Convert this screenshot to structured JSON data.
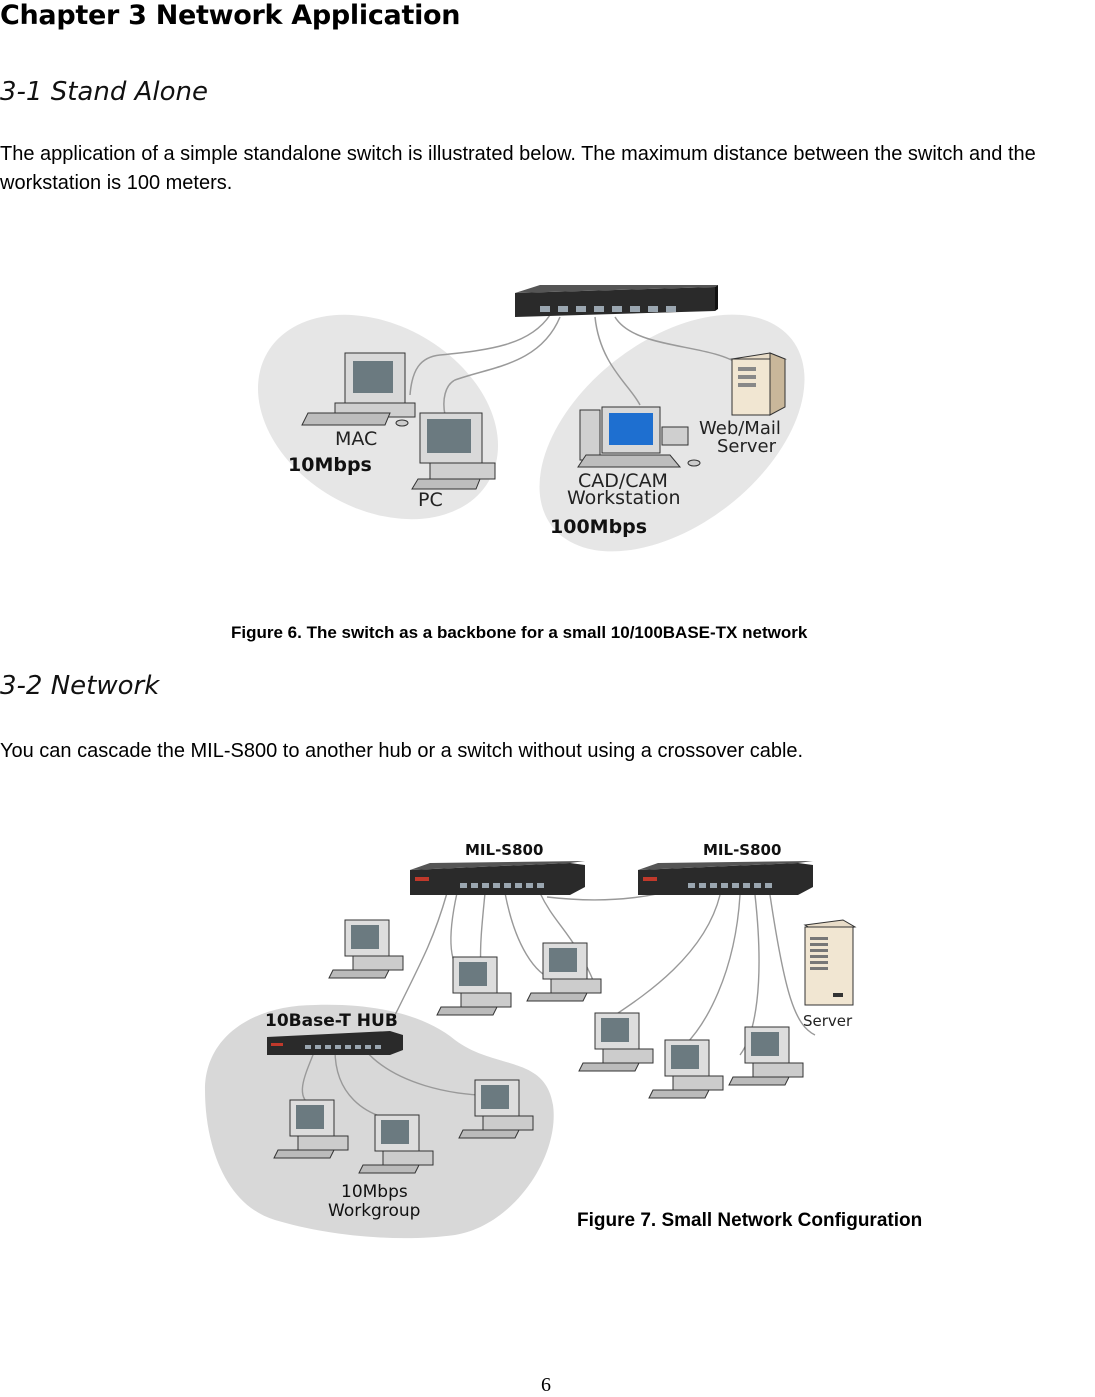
{
  "chapter_title": "Chapter 3 Network Application",
  "section1": {
    "heading": "3-1 Stand Alone",
    "paragraph": "The application of a simple standalone switch is illustrated below. The maximum distance between the switch and the workstation is 100 meters."
  },
  "figure6": {
    "labels": {
      "mac": "MAC",
      "speed_10": "10Mbps",
      "pc": "PC",
      "web_mail_line1": "Web/Mail",
      "web_mail_line2": "Server",
      "cad_line1": "CAD/CAM",
      "cad_line2": "Workstation",
      "speed_100": "100Mbps"
    },
    "caption": "Figure 6. The switch as a backbone for a small 10/100BASE-TX network"
  },
  "section2": {
    "heading": "3-2 Network",
    "paragraph": "You can cascade the MIL-S800 to another hub or a switch without using a crossover cable."
  },
  "figure7": {
    "labels": {
      "switch_left": "MIL-S800",
      "switch_right": "MIL-S800",
      "hub": "10Base-T HUB",
      "server": "Server",
      "workgroup_line1": "10Mbps",
      "workgroup_line2": "Workgroup"
    },
    "caption": "Figure 7. Small Network Configuration"
  },
  "page_number": "6"
}
